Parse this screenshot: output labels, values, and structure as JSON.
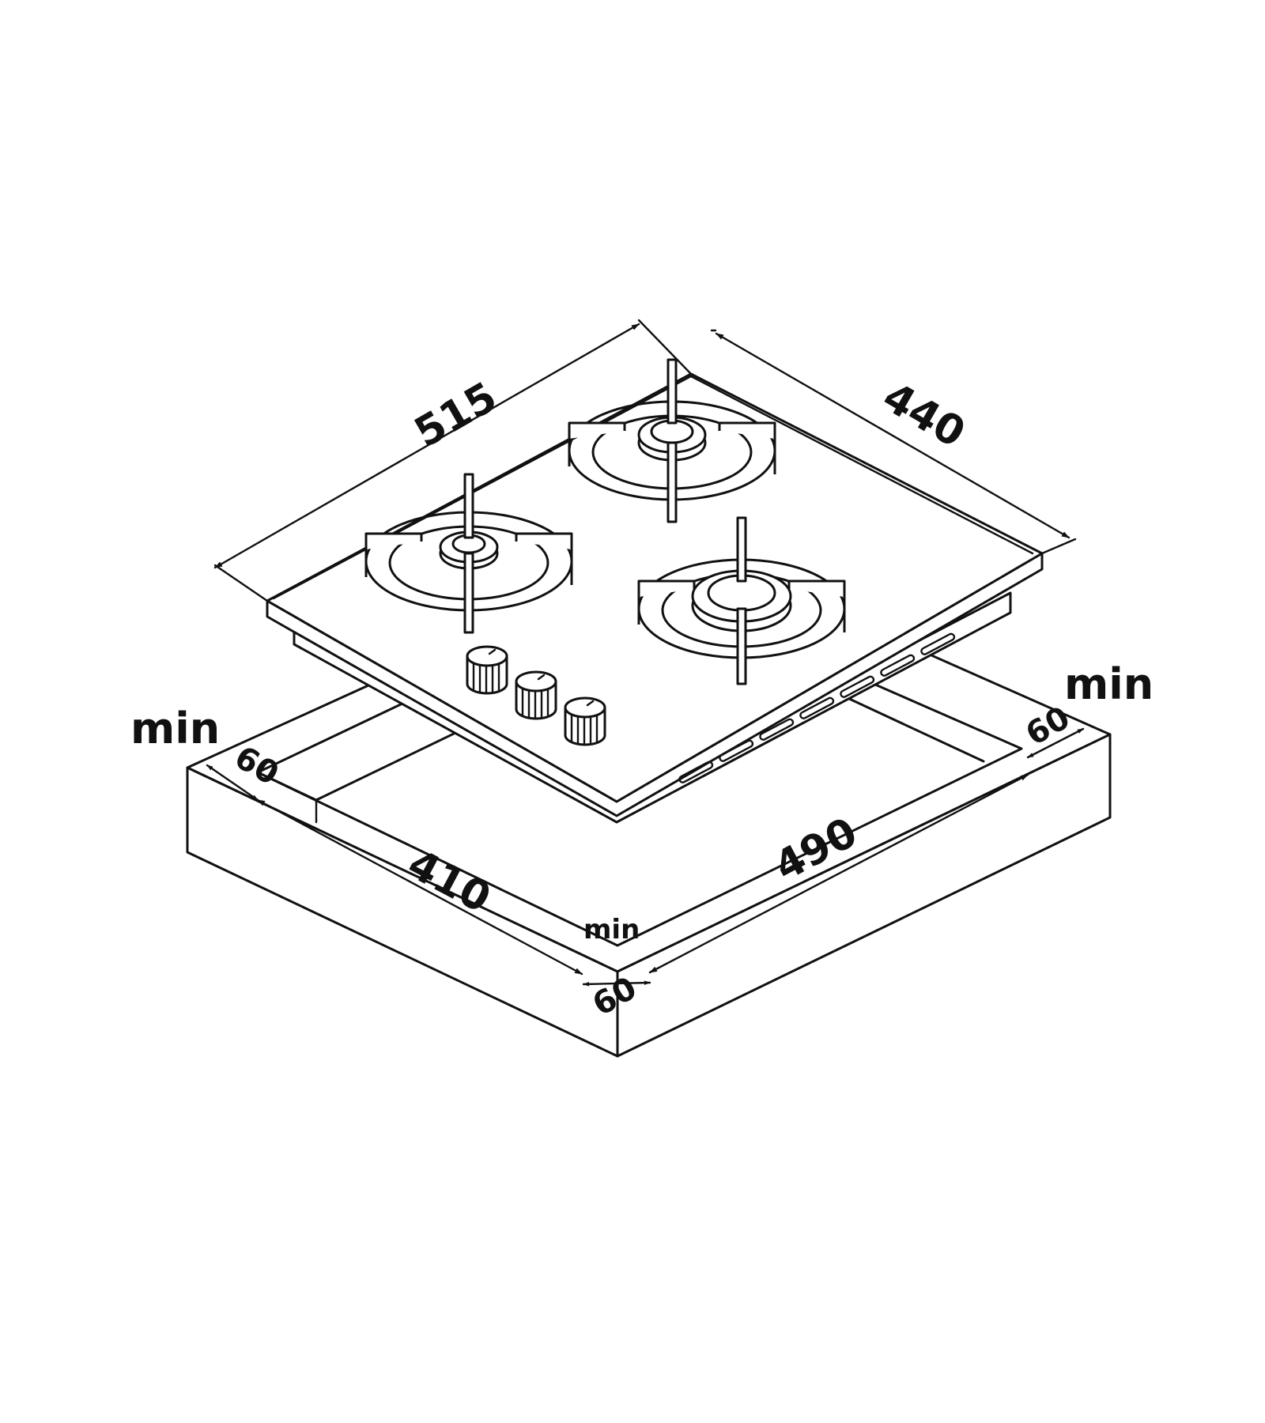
{
  "colors": {
    "line": "#111111",
    "background": "#ffffff"
  },
  "dimensions": {
    "hob_width": "515",
    "hob_depth": "440",
    "cutout_width": "490",
    "cutout_depth": "410",
    "clearance_left": "60",
    "clearance_right": "60",
    "clearance_front": "60",
    "min_label": "min"
  },
  "hob": {
    "burners": [
      {
        "id": "rear-burner"
      },
      {
        "id": "left-burner"
      },
      {
        "id": "right-burner"
      }
    ],
    "knob_count": 3
  },
  "icons": [
    "hob-outline",
    "burner-icon",
    "knob-icon",
    "countertop-outline"
  ]
}
